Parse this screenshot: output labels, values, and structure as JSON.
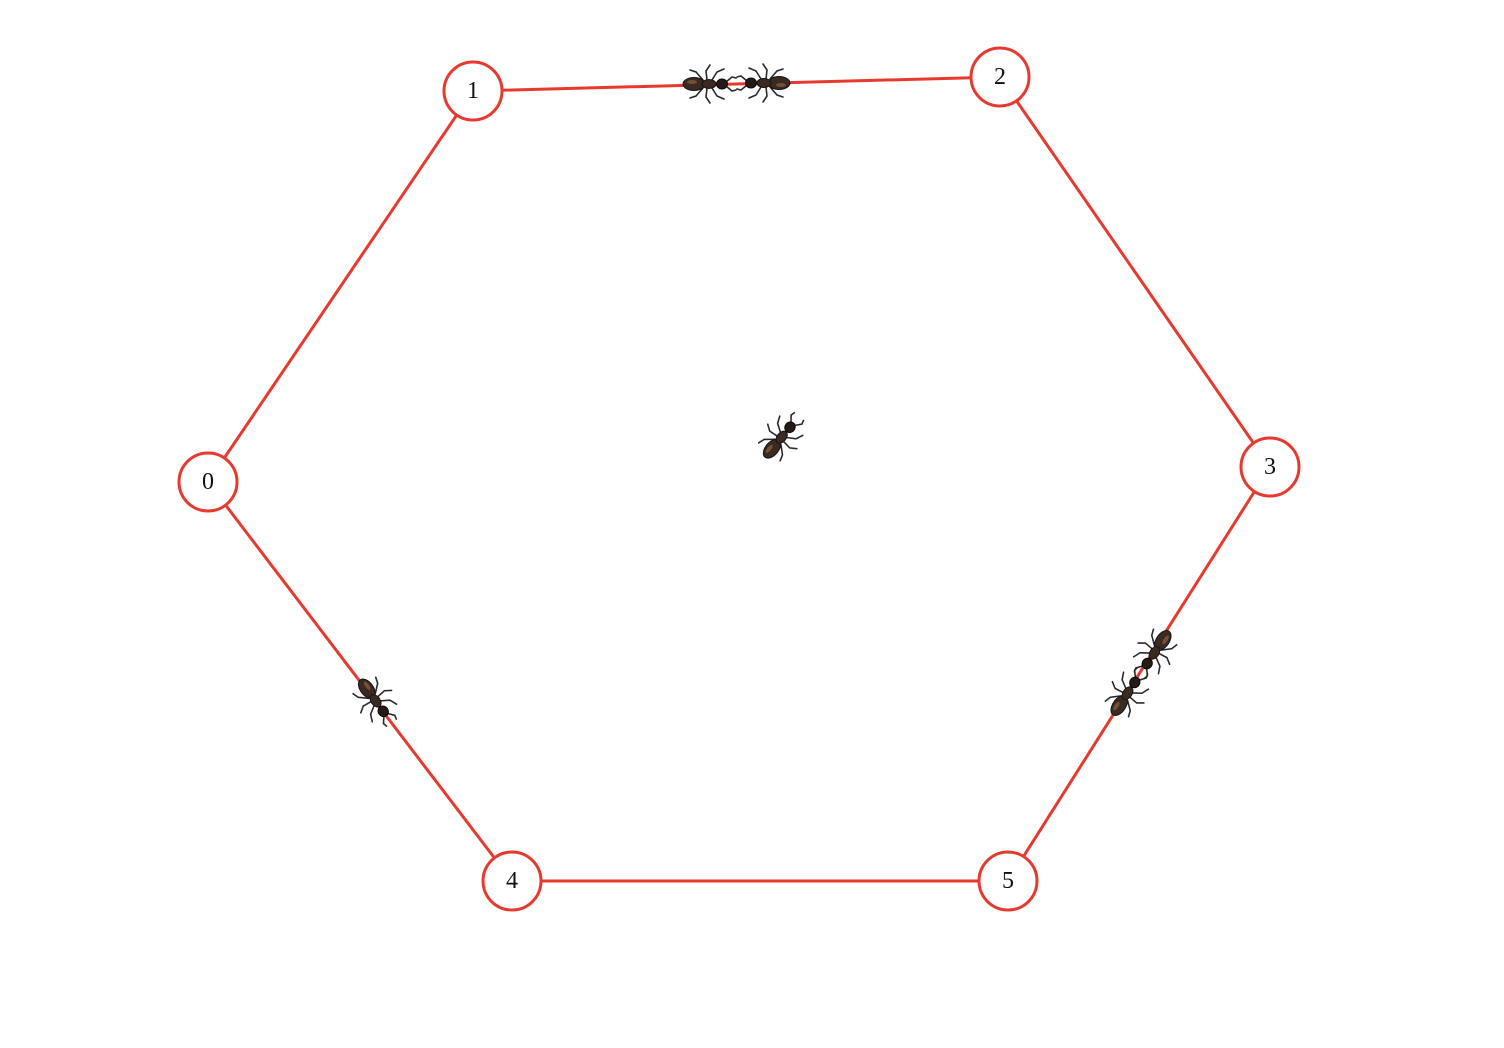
{
  "graph": {
    "colors": {
      "edge": "#e8392f",
      "node_stroke": "#e8392f",
      "node_fill": "#ffffff",
      "label": "#111111",
      "ant": "#3a2a22"
    },
    "nodes": [
      {
        "id": "0",
        "label": "0"
      },
      {
        "id": "1",
        "label": "1"
      },
      {
        "id": "2",
        "label": "2"
      },
      {
        "id": "3",
        "label": "3"
      },
      {
        "id": "4",
        "label": "4"
      },
      {
        "id": "5",
        "label": "5"
      }
    ],
    "edges": [
      {
        "from": "0",
        "to": "1"
      },
      {
        "from": "1",
        "to": "2"
      },
      {
        "from": "2",
        "to": "3"
      },
      {
        "from": "3",
        "to": "5"
      },
      {
        "from": "5",
        "to": "4"
      },
      {
        "from": "4",
        "to": "0"
      }
    ],
    "ants": [
      {
        "icon": "ant-icon"
      },
      {
        "icon": "ant-icon"
      },
      {
        "icon": "ant-icon"
      },
      {
        "icon": "ant-icon"
      },
      {
        "icon": "ant-icon"
      },
      {
        "icon": "ant-icon"
      }
    ]
  }
}
